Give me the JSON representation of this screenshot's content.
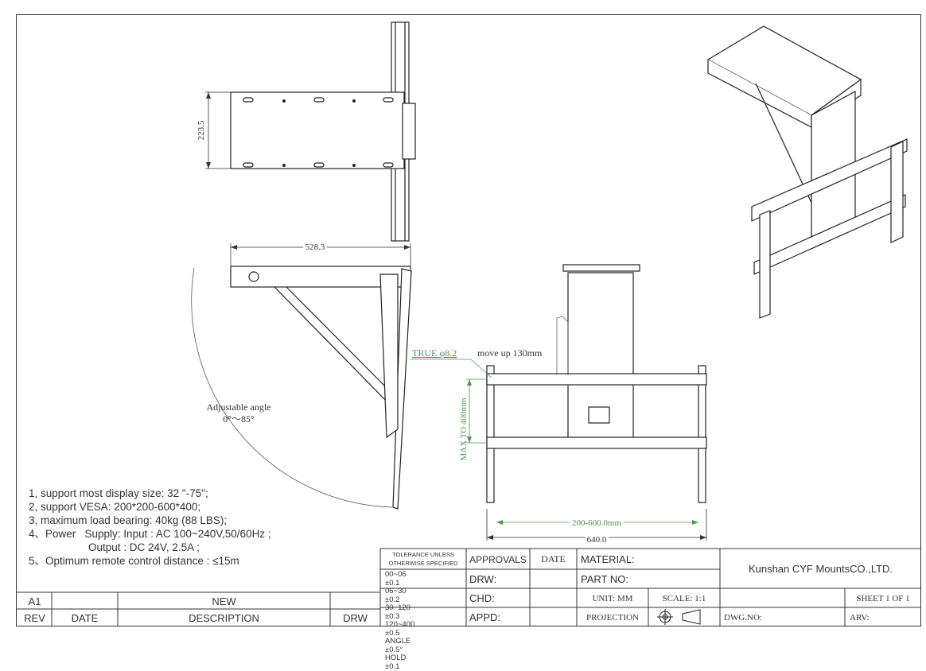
{
  "dimensions": {
    "height_top": "223.5",
    "width_side": "528.3",
    "angle_label_1": "Adjustable angle",
    "angle_label_2": "0°～85°",
    "hole_callout": "TRUE  φ8.2",
    "move_up": "move up 130mm",
    "max_height": "MAX TO 400mm",
    "vesa_range": "200-600.0mm",
    "overall_width": "640.0"
  },
  "notes": [
    "1, support most display size: 32 \"-75\";",
    "2, support VESA: 200*200-600*400;",
    "3, maximum load bearing: 40kg (88 LBS);",
    "4、Power   Supply: Input : AC 100~240V,50/60Hz ;",
    "                    Output : DC 24V, 2.5A ;",
    "5、Optimum remote control distance : ≤15m"
  ],
  "revision": {
    "rev": "A1",
    "description": "NEW",
    "headers": {
      "rev": "REV",
      "date": "DATE",
      "description": "DESCRIPTION",
      "drw": "DRW"
    }
  },
  "tolerance": {
    "title_1": "TOLERANCE UNLESS",
    "title_2": "OTHERWISE SPECIFIED",
    "rows": [
      {
        "range": "00~06",
        "value": "±0.1"
      },
      {
        "range": "06~30",
        "value": "±0.2"
      },
      {
        "range": "30~120",
        "value": "±0.3"
      },
      {
        "range": "120~400",
        "value": "±0.5"
      },
      {
        "range": "ANGLE",
        "value": "±0.5°"
      },
      {
        "range": "HOLD",
        "value": "±0.1"
      }
    ]
  },
  "title_block": {
    "approvals": "APPROVALS",
    "date": "DATE",
    "drw": "DRW:",
    "chd": "CHD:",
    "appd": "APPD:",
    "material": "MATERIAL:",
    "part_no": "PART NO:",
    "unit": "UNIT:  MM",
    "scale": "SCALE: 1:1",
    "projection": "PROJECTION",
    "company": "Kunshan CYF MountsCO.,LTD.",
    "sheet": "SHEET 1 OF 1",
    "dwg_no": "DWG.NO:",
    "arv": "ARV:"
  }
}
